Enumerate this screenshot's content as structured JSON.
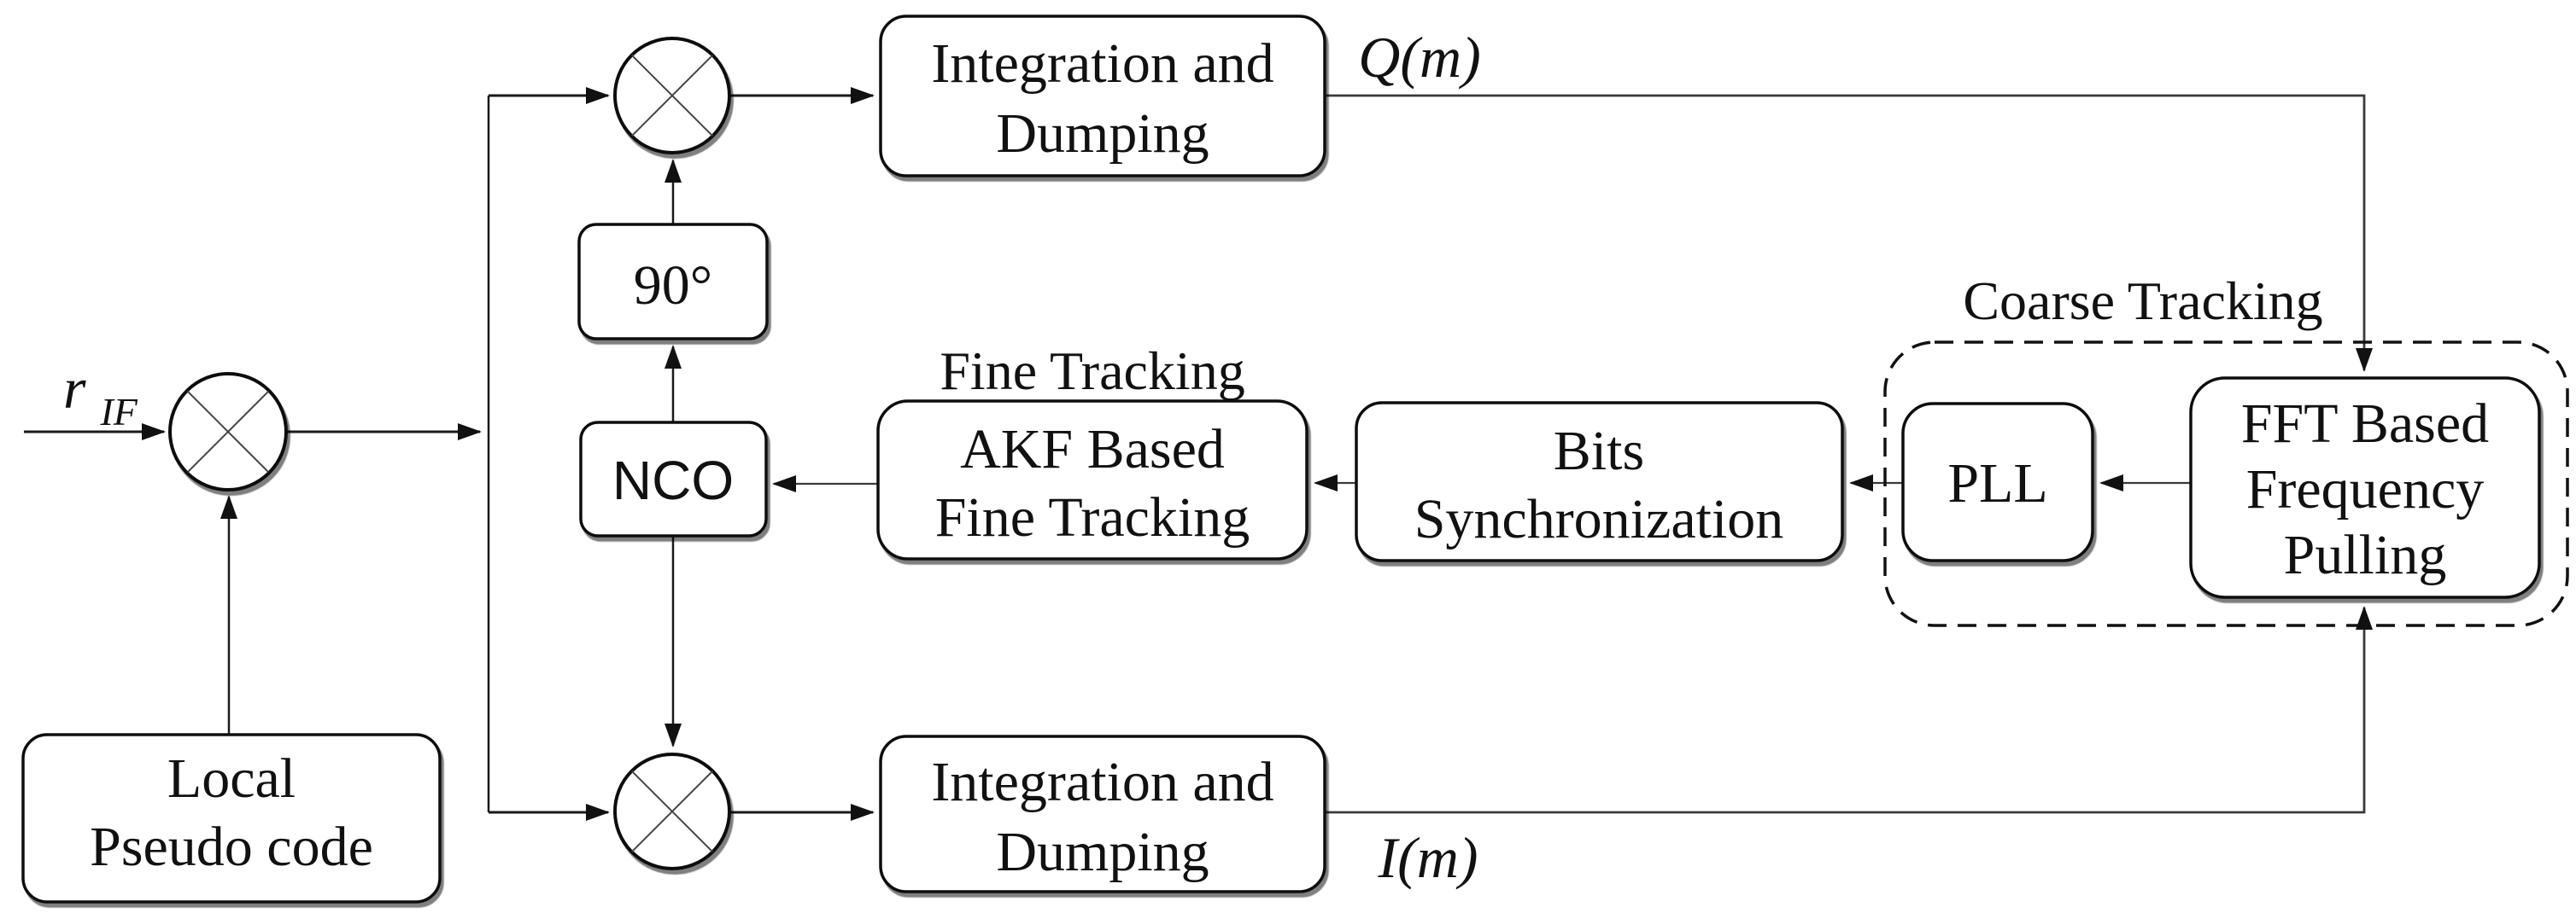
{
  "diagram": {
    "background": "#ffffff",
    "line_color": "#1a1a1a",
    "nodes": {
      "local_pseudo_code": {
        "line1": "Local",
        "line2": "Pseudo code"
      },
      "integration_dumping_q": {
        "line1": "Integration and",
        "line2": "Dumping"
      },
      "integration_dumping_i": {
        "line1": "Integration and",
        "line2": "Dumping"
      },
      "phase_shift_90": {
        "label": "90°"
      },
      "nco": {
        "label": "NCO"
      },
      "akf_fine_tracking": {
        "line1": "AKF Based",
        "line2": "Fine Tracking"
      },
      "bits_synchronization": {
        "line1": "Bits",
        "line2": "Synchronization"
      },
      "pll": {
        "label": "PLL"
      },
      "fft_frequency_pulling": {
        "line1": "FFT Based",
        "line2": "Frequency",
        "line3": "Pulling"
      }
    },
    "signals": {
      "input": "r",
      "input_subscript": "IF",
      "q_output": "Q(m)",
      "i_output": "I(m)"
    },
    "group_labels": {
      "fine_tracking": "Fine Tracking",
      "coarse_tracking": "Coarse Tracking"
    }
  }
}
